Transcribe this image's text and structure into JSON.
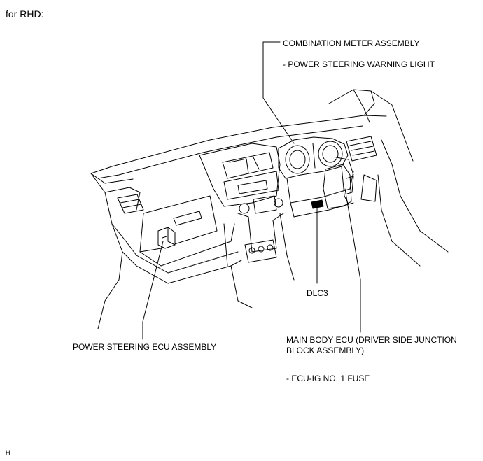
{
  "heading": "for RHD:",
  "labels": {
    "combination_meter": "COMBINATION METER ASSEMBLY",
    "power_steering_warning": "- POWER STEERING WARNING LIGHT",
    "dlc3": "DLC3",
    "power_steering_ecu": "POWER STEERING ECU ASSEMBLY",
    "main_body_ecu_line1": "MAIN BODY ECU (DRIVER SIDE JUNCTION",
    "main_body_ecu_line2": "BLOCK ASSEMBLY)",
    "ecu_ig_fuse": "- ECU-IG NO. 1 FUSE"
  },
  "illustration_code": "H"
}
